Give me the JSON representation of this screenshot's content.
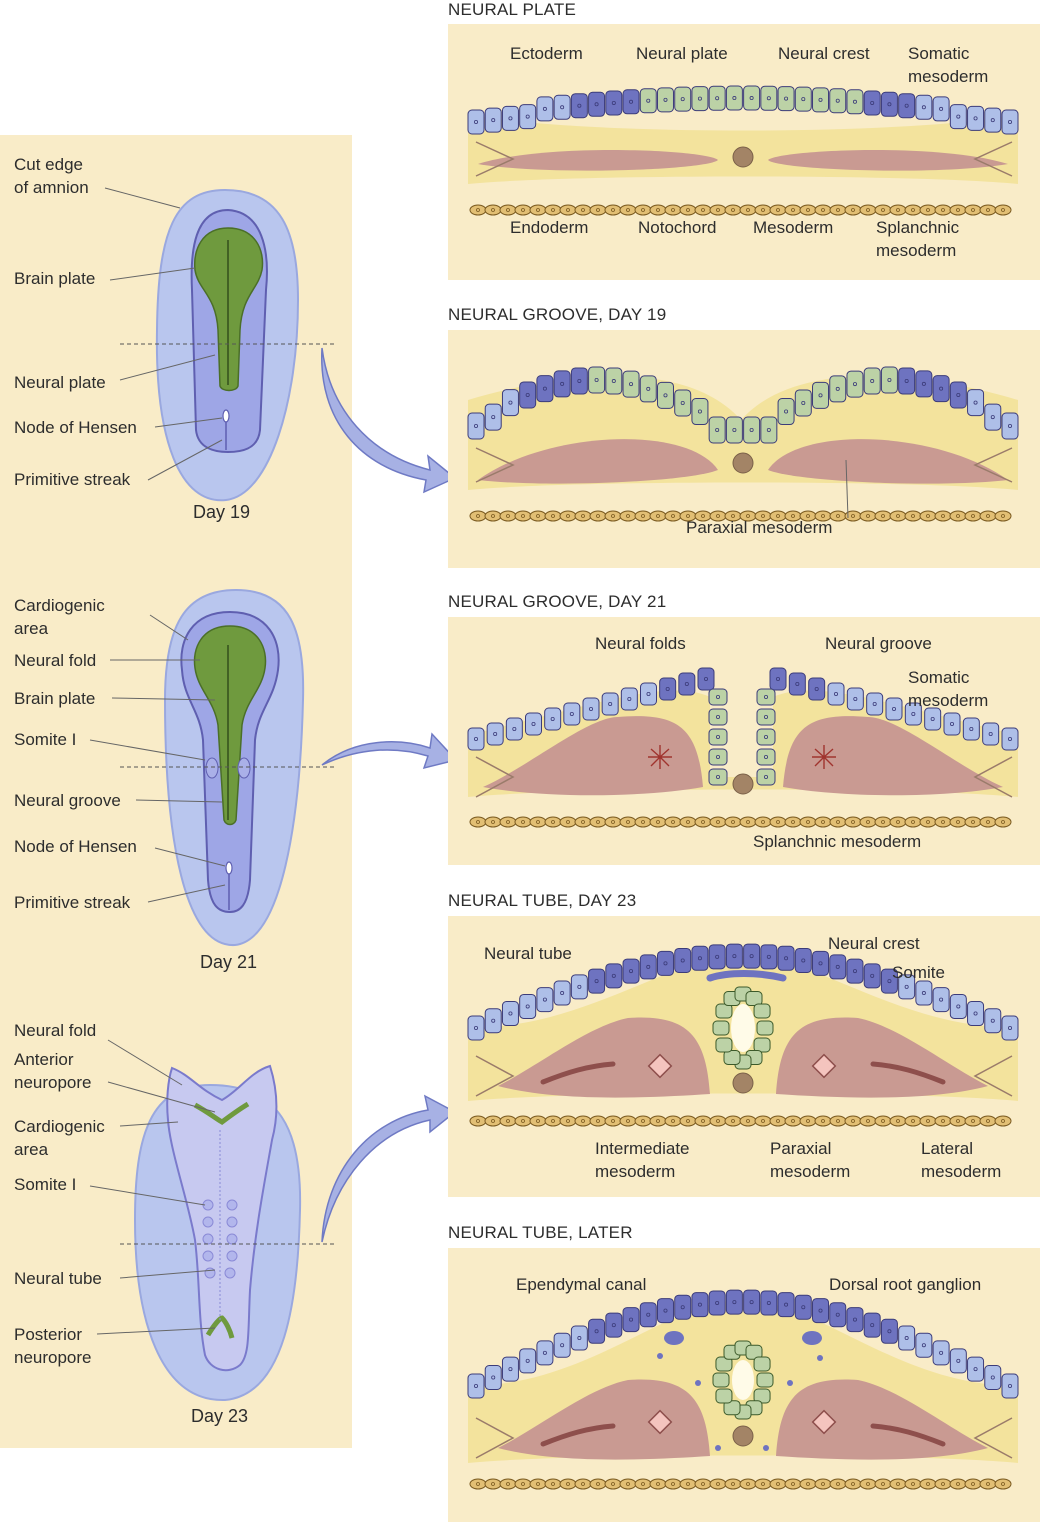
{
  "left": {
    "day19": {
      "caption": "Day 19",
      "labels": [
        "Cut edge\nof amnion",
        "Brain plate",
        "Neural plate",
        "Node of Hensen",
        "Primitive streak"
      ]
    },
    "day21": {
      "caption": "Day 21",
      "labels": [
        "Cardiogenic\narea",
        "Neural fold",
        "Brain plate",
        "Somite I",
        "Neural groove",
        "Node of Hensen",
        "Primitive streak"
      ]
    },
    "day23": {
      "caption": "Day 23",
      "labels": [
        "Neural fold",
        "Anterior\nneuropore",
        "Cardiogenic\narea",
        "Somite I",
        "Neural tube",
        "Posterior\nneuropore"
      ]
    }
  },
  "sections": [
    {
      "title": "NEURAL PLATE",
      "labels": [
        "Ectoderm",
        "Neural plate",
        "Neural crest",
        "Somatic\nmesoderm",
        "Endoderm",
        "Notochord",
        "Mesoderm",
        "Splanchnic\nmesoderm"
      ]
    },
    {
      "title": "NEURAL GROOVE, DAY 19",
      "labels": [
        "Paraxial mesoderm"
      ]
    },
    {
      "title": "NEURAL GROOVE, DAY 21",
      "labels": [
        "Neural folds",
        "Neural groove",
        "Somatic\nmesoderm",
        "Splanchnic mesoderm"
      ]
    },
    {
      "title": "NEURAL TUBE, DAY 23",
      "labels": [
        "Neural tube",
        "Neural crest",
        "Somite",
        "Intermediate\nmesoderm",
        "Paraxial\nmesoderm",
        "Lateral\nmesoderm"
      ]
    },
    {
      "title": "NEURAL TUBE, LATER",
      "labels": [
        "Ependymal canal",
        "Dorsal root ganglion"
      ]
    }
  ],
  "colors": {
    "background_panel": "#f9ecc8",
    "ectoderm": "#aebfe8",
    "neural_plate": "#6e73c0",
    "neural_crest": "#bcd2a6",
    "mesoderm": "#c99a92",
    "endoderm": "#e2bf74",
    "notochord": "#a38466",
    "embryo_outer": "#b9c6ee",
    "embryo_inner": "#9ea6e6",
    "brain_plate": "#6f9a3e",
    "arrow": "#a7b1e4"
  }
}
